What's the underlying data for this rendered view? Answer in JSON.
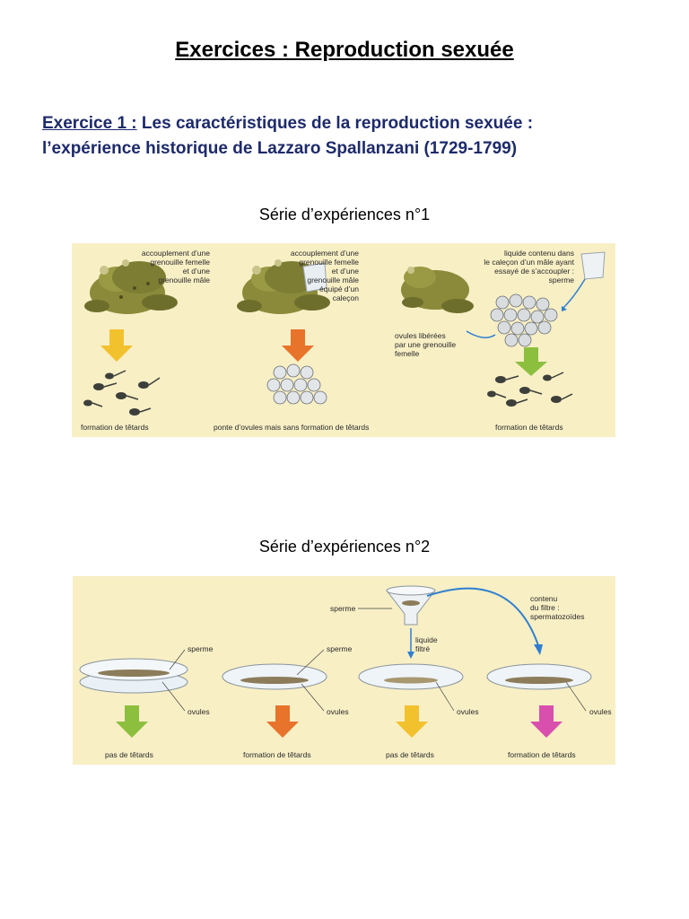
{
  "title": "Exercices : Reproduction sexuée",
  "exercise": {
    "label": "Exercice 1 :",
    "title_line1": " Les caractéristiques de la reproduction sexuée :",
    "title_line2": "l’expérience historique de Lazzaro Spallanzani (1729-1799)"
  },
  "series1": {
    "title": "Série d’expériences n°1",
    "exp1": {
      "caption": [
        "accouplement d’une",
        "grenouille femelle",
        "et d’une",
        "grenouille mâle"
      ],
      "result": "formation de têtards",
      "arrow_color": "#f2c12e"
    },
    "exp2": {
      "caption": [
        "accouplement d’une",
        "grenouille femelle",
        "et d’une",
        "grenouille mâle",
        "équipé d’un",
        "caleçon"
      ],
      "result": "ponte d’ovules mais sans formation de têtards",
      "arrow_color": "#e8732a"
    },
    "exp3": {
      "caption": [
        "liquide contenu dans",
        "le caleçon d’un mâle ayant",
        "essayé de s’accoupler :",
        "sperme"
      ],
      "ovules_label": [
        "ovules libérées",
        "par une grenouille",
        "femelle"
      ],
      "result": "formation de têtards",
      "arrow_color": "#8dbf3f"
    }
  },
  "series2": {
    "title": "Série d’expériences n°2",
    "sperme": "sperme",
    "ovules": "ovules",
    "liquide_filtre": [
      "liquide",
      "filtré"
    ],
    "filter_content": [
      "contenu",
      "du filtre :",
      "spermatozoïdes"
    ],
    "results": [
      "pas de têtards",
      "formation de têtards",
      "pas de têtards",
      "formation de têtards"
    ],
    "arrow_colors": [
      "#8dbf3f",
      "#e8732a",
      "#f2c12e",
      "#d94fae"
    ]
  }
}
